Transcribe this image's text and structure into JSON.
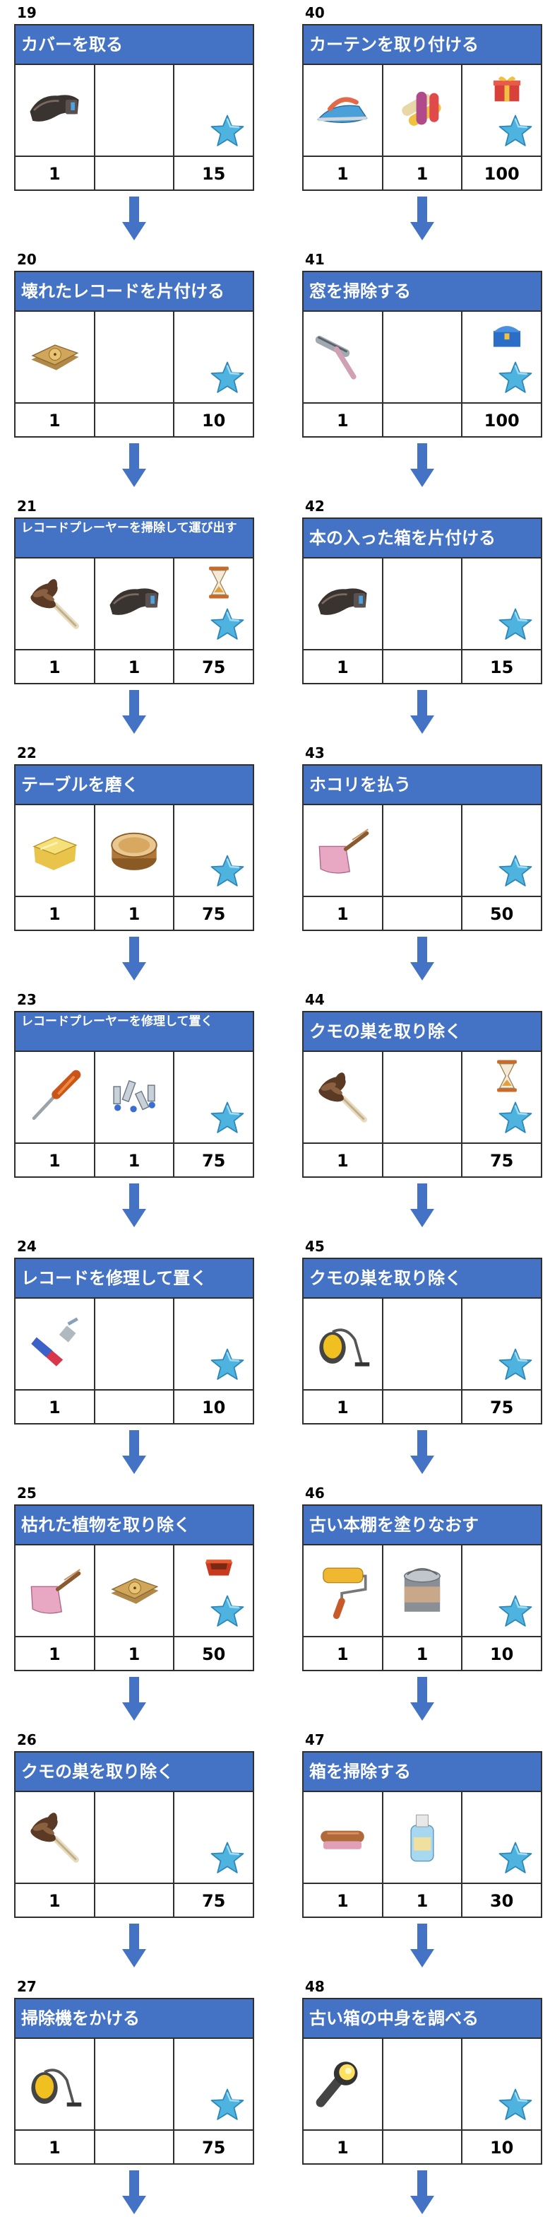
{
  "cards": {
    "l0": {
      "num": "19",
      "title": "カバーを取る",
      "v": [
        "1",
        "",
        "15"
      ]
    },
    "l1": {
      "num": "20",
      "title": "壊れたレコードを片付ける",
      "v": [
        "1",
        "",
        "10"
      ]
    },
    "l2": {
      "num": "21",
      "title": "レコードプレーヤーを掃除して運び出す",
      "v": [
        "1",
        "1",
        "75"
      ]
    },
    "l3": {
      "num": "22",
      "title": "テーブルを磨く",
      "v": [
        "1",
        "1",
        "75"
      ]
    },
    "l4": {
      "num": "23",
      "title": "レコードプレーヤーを修理して置く",
      "v": [
        "1",
        "1",
        "75"
      ]
    },
    "l5": {
      "num": "24",
      "title": "レコードを修理して置く",
      "v": [
        "1",
        "",
        "10"
      ]
    },
    "l6": {
      "num": "25",
      "title": "枯れた植物を取り除く",
      "v": [
        "1",
        "1",
        "50"
      ]
    },
    "l7": {
      "num": "26",
      "title": "クモの巣を取り除く",
      "v": [
        "1",
        "",
        "75"
      ]
    },
    "l8": {
      "num": "27",
      "title": "掃除機をかける",
      "v": [
        "1",
        "",
        "75"
      ]
    },
    "r0": {
      "num": "40",
      "title": "カーテンを取り付ける",
      "v": [
        "1",
        "1",
        "100"
      ]
    },
    "r1": {
      "num": "41",
      "title": "窓を掃除する",
      "v": [
        "1",
        "",
        "100"
      ]
    },
    "r2": {
      "num": "42",
      "title": "本の入った箱を片付ける",
      "v": [
        "1",
        "",
        "15"
      ]
    },
    "r3": {
      "num": "43",
      "title": "ホコリを払う",
      "v": [
        "1",
        "",
        "50"
      ]
    },
    "r4": {
      "num": "44",
      "title": "クモの巣を取り除く",
      "v": [
        "1",
        "",
        "75"
      ]
    },
    "r5": {
      "num": "45",
      "title": "クモの巣を取り除く",
      "v": [
        "1",
        "",
        "75"
      ]
    },
    "r6": {
      "num": "46",
      "title": "古い本棚を塗りなおす",
      "v": [
        "1",
        "1",
        "10"
      ]
    },
    "r7": {
      "num": "47",
      "title": "箱を掃除する",
      "v": [
        "1",
        "1",
        "30"
      ]
    },
    "r8": {
      "num": "48",
      "title": "古い箱の中身を調べる",
      "v": [
        "1",
        "",
        "10"
      ]
    }
  },
  "icons": {
    "l0": [
      "cover-icon",
      "",
      "star-icon"
    ],
    "l1": [
      "broken-records-icon",
      "",
      "star-icon"
    ],
    "l2": [
      "duster-icon",
      "cover-icon",
      "hourglass-star-icon"
    ],
    "l3": [
      "cloth-icon",
      "polish-tin-icon",
      "star-icon"
    ],
    "l4": [
      "screwdriver-icon",
      "screws-icon",
      "star-icon"
    ],
    "l5": [
      "glue-tube-icon",
      "",
      "star-icon"
    ],
    "l6": [
      "dustpan-icon",
      "broken-records-icon",
      "pot-star-icon"
    ],
    "l7": [
      "duster-icon",
      "",
      "star-icon"
    ],
    "l8": [
      "vacuum-icon",
      "",
      "star-icon"
    ],
    "r0": [
      "iron-icon",
      "fabric-rolls-icon",
      "gift-star-icon"
    ],
    "r1": [
      "squeegee-icon",
      "",
      "chest-star-icon"
    ],
    "r2": [
      "cover-icon",
      "",
      "star-icon"
    ],
    "r3": [
      "dustpan-icon",
      "",
      "star-icon"
    ],
    "r4": [
      "duster-icon",
      "",
      "hourglass-star-icon"
    ],
    "r5": [
      "vacuum-icon",
      "",
      "star-icon"
    ],
    "r6": [
      "paint-roller-icon",
      "paint-can-icon",
      "star-icon"
    ],
    "r7": [
      "brush-icon",
      "cleaner-bottle-icon",
      "star-icon"
    ],
    "r8": [
      "flashlight-icon",
      "",
      "star-icon"
    ]
  },
  "colors": {
    "header": "#4472c4",
    "arrow": "#4472c4",
    "star": "#4fb3e0",
    "border": "#2f2f2f"
  }
}
